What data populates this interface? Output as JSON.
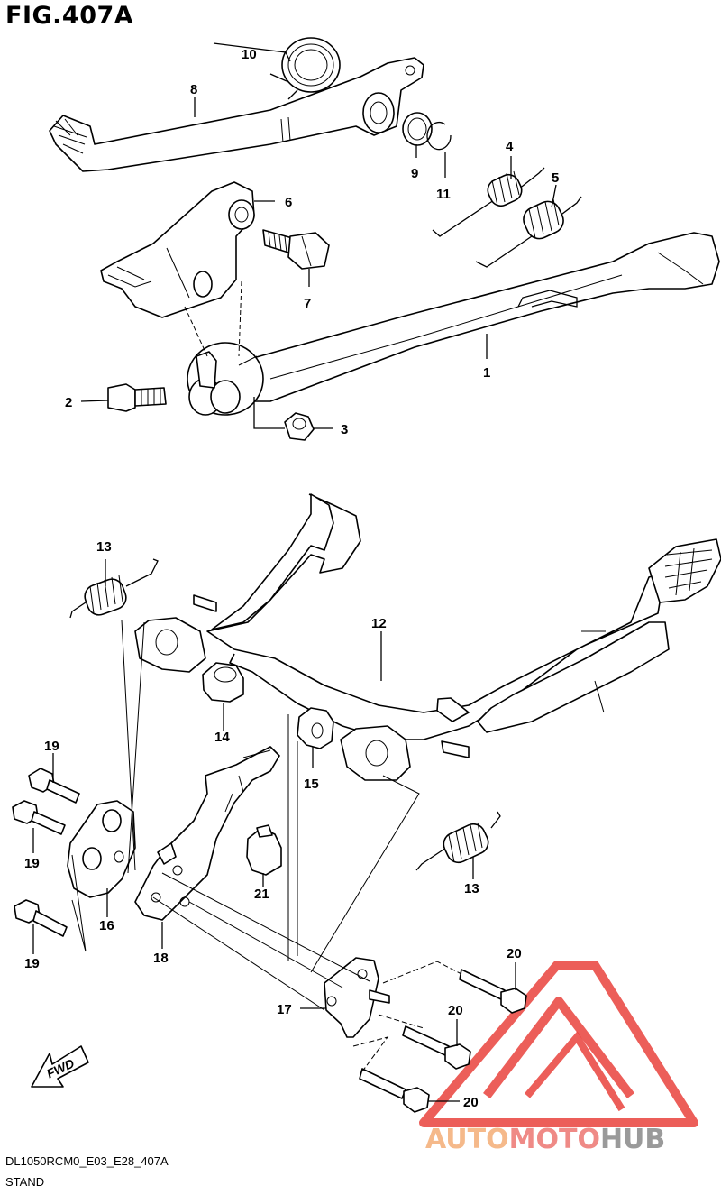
{
  "figure": {
    "title": "FIG.407A",
    "code": "DL1050RCM0_E03_E28_407A",
    "name": "STAND"
  },
  "watermark": {
    "part1": "AUTO",
    "part2": "MOTO",
    "part3": "HUB",
    "colors": {
      "auto": "#f5b98a",
      "moto": "#ef8a86",
      "hub": "#9a9a9a",
      "triangle": "#e9423c"
    }
  },
  "fwd_label": "FWD",
  "callouts": {
    "c1": "1",
    "c2": "2",
    "c3": "3",
    "c4": "4",
    "c5": "5",
    "c6": "6",
    "c7": "7",
    "c8": "8",
    "c9": "9",
    "c10": "10",
    "c11": "11",
    "c12": "12",
    "c13a": "13",
    "c13b": "13",
    "c14": "14",
    "c15": "15",
    "c16": "16",
    "c17": "17",
    "c18": "18",
    "c19a": "19",
    "c19b": "19",
    "c19c": "19",
    "c20a": "20",
    "c20b": "20",
    "c20c": "20",
    "c21": "21"
  }
}
